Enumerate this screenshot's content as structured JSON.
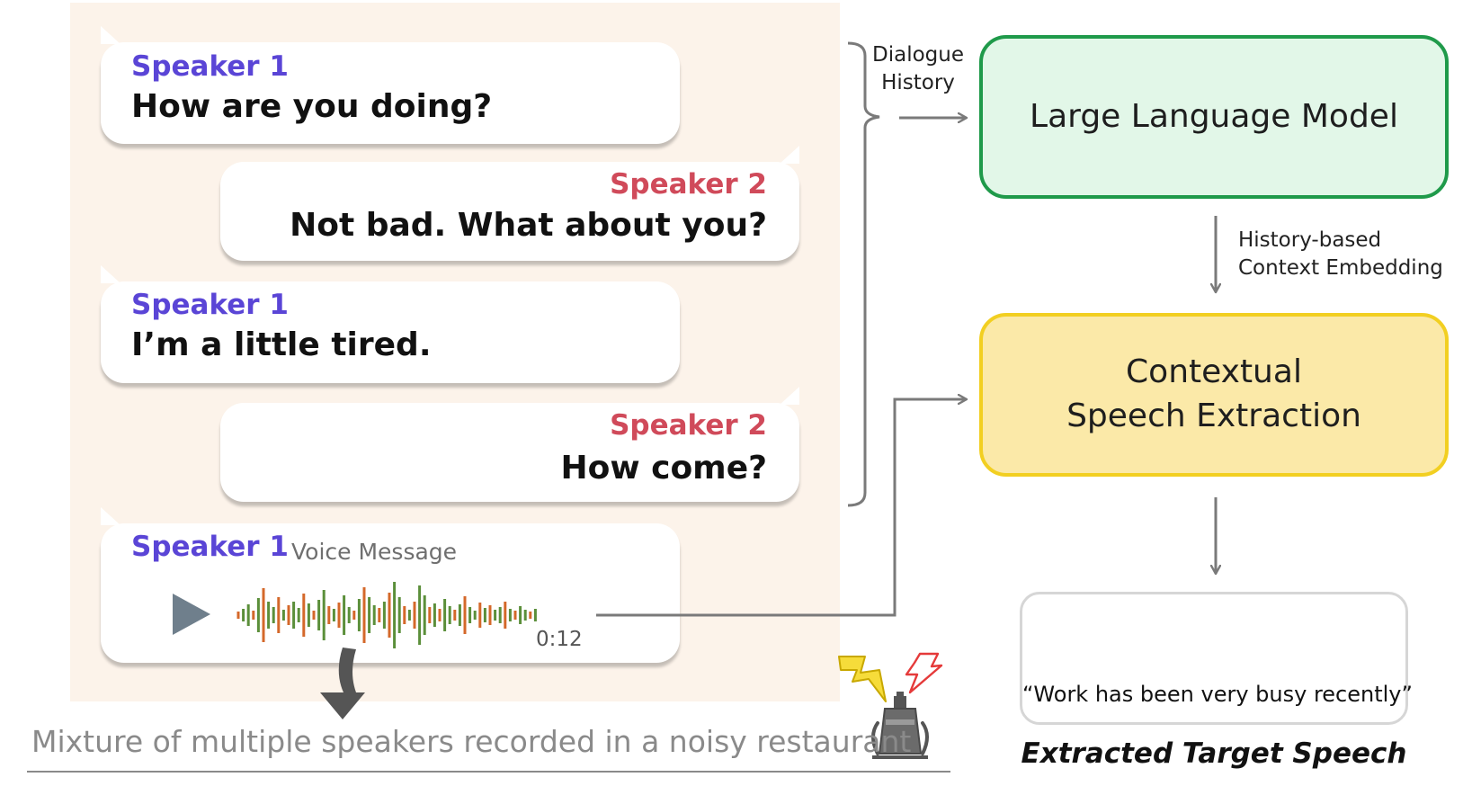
{
  "conversation": [
    {
      "speaker": "Speaker 1",
      "text": "How are you doing?"
    },
    {
      "speaker": "Speaker 2",
      "text": "Not bad. What about you?"
    },
    {
      "speaker": "Speaker 1",
      "text": "I’m a little tired."
    },
    {
      "speaker": "Speaker 2",
      "text": "How come?"
    }
  ],
  "voice_message": {
    "speaker": "Speaker 1",
    "tag": "Voice Message",
    "duration": "0:12"
  },
  "mixture_caption": "Mixture of multiple speakers recorded in a noisy restaurant",
  "labels": {
    "dialogue_history": [
      "Dialogue",
      "History"
    ],
    "context_embedding": [
      "History-based",
      "Context Embedding"
    ]
  },
  "llm_box": "Large Language Model",
  "cse_box": [
    "Contextual",
    "Speech Extraction"
  ],
  "output": {
    "quote": "“Work has been very busy recently”",
    "caption": "Extracted Target Speech"
  },
  "colors": {
    "speaker1": "#5a45d6",
    "speaker2": "#d04a5a",
    "panel_bg": "#fcf3ea",
    "llm_border": "#1f9a4a",
    "llm_fill": "#e2f7e8",
    "cse_border": "#f2cf21",
    "cse_fill": "#fbe9a8",
    "wave_orange": "#d4682a",
    "wave_green": "#5b8f3a",
    "arrow_gray": "#7a7a7a"
  },
  "icons": [
    "play-icon",
    "lightning-yellow-icon",
    "lightning-red-icon",
    "robot-icon"
  ]
}
